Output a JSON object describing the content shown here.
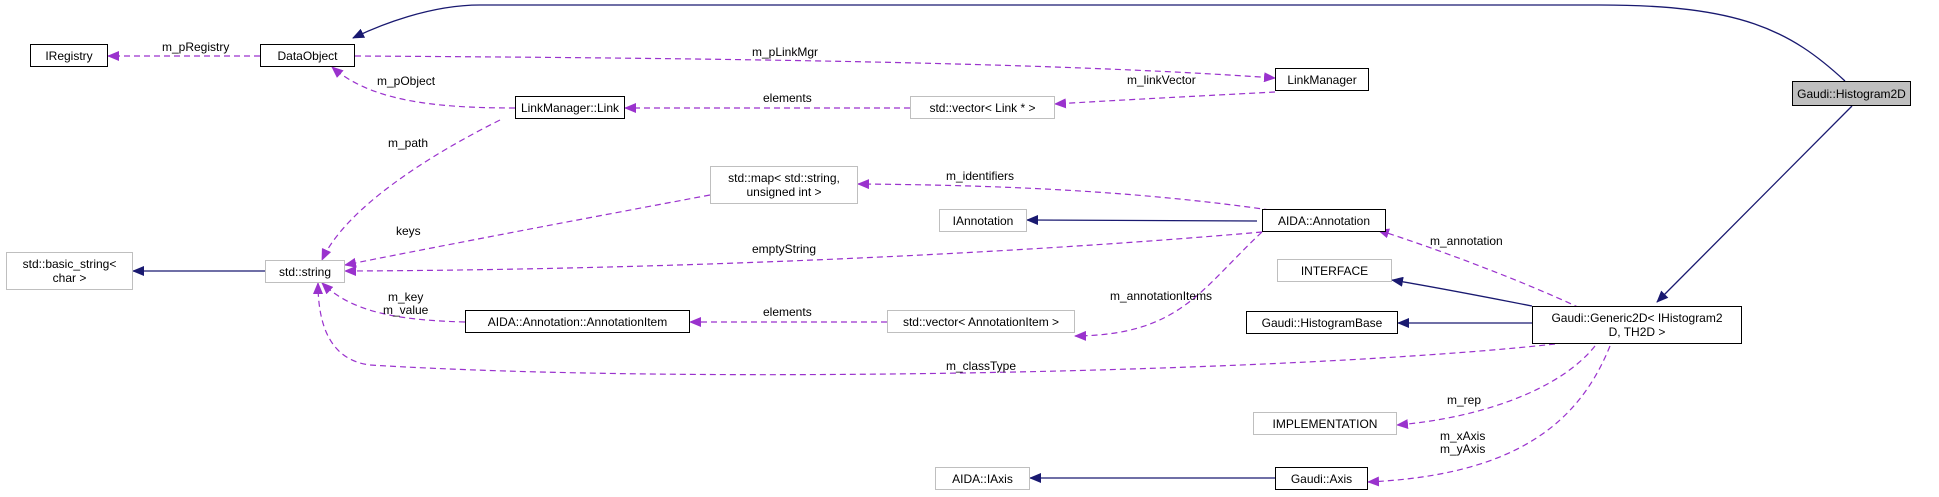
{
  "colors": {
    "inherit": "#191970",
    "usage": "#9a32cd",
    "focus_fill": "#bfbfbf"
  },
  "nodes": {
    "iregistry": "IRegistry",
    "dataobject": "DataObject",
    "linkmanager": "LinkManager",
    "linkmanager_link": "LinkManager::Link",
    "vector_link": "std::vector< Link * >",
    "histogram2d": "Gaudi::Histogram2D",
    "map_string_uint": "std::map< std::string,\nunsigned int >",
    "iannotation": "IAnnotation",
    "aida_annotation": "AIDA::Annotation",
    "basic_string": "std::basic_string<\nchar >",
    "std_string": "std::string",
    "interface": "INTERFACE",
    "annotation_item": "AIDA::Annotation::AnnotationItem",
    "vector_annotation_item": "std::vector< AnnotationItem >",
    "histogram_base": "Gaudi::HistogramBase",
    "generic2d": "Gaudi::Generic2D< IHistogram2\nD, TH2D >",
    "implementation": "IMPLEMENTATION",
    "aida_iaxis": "AIDA::IAxis",
    "gaudi_axis": "Gaudi::Axis"
  },
  "edge_labels": {
    "m_pRegistry": "m_pRegistry",
    "m_pLinkMgr": "m_pLinkMgr",
    "m_pObject": "m_pObject",
    "elements_link": "elements",
    "m_linkVector": "m_linkVector",
    "m_path": "m_path",
    "m_identifiers": "m_identifiers",
    "keys": "keys",
    "emptyString": "emptyString",
    "m_annotation": "m_annotation",
    "m_annotationItems": "m_annotationItems",
    "m_key_value": "m_key\nm_value",
    "elements_item": "elements",
    "m_classType": "m_classType",
    "m_rep": "m_rep",
    "m_axes": "m_xAxis\nm_yAxis"
  }
}
